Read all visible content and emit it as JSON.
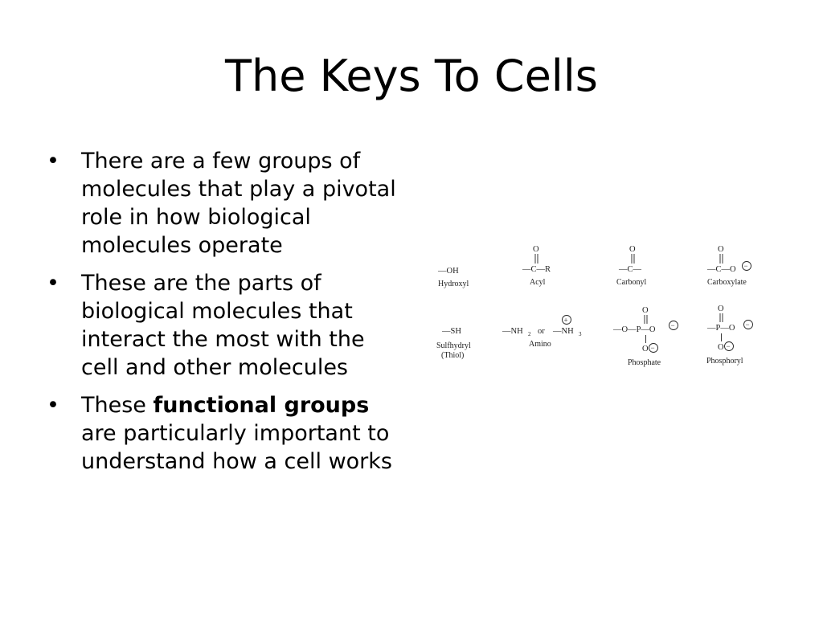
{
  "slide": {
    "title": "The Keys To Cells",
    "bullet_symbol": "•",
    "bullets": [
      {
        "text": "There are a few groups of molecules that play a pivotal role in how biological molecules operate"
      },
      {
        "text": "These are the parts of biological molecules that interact the most with the cell and other molecules"
      },
      {
        "pre": "These ",
        "bold": "functional groups",
        "post": " are particularly important to understand how a cell works"
      }
    ]
  },
  "figure": {
    "row1": {
      "hydroxyl": {
        "formula": "—OH",
        "label": "Hydroxyl"
      },
      "acyl": {
        "o": "O",
        "formula": "—C—R",
        "label": "Acyl"
      },
      "carbonyl": {
        "o": "O",
        "formula": "—C—",
        "label": "Carbonyl"
      },
      "carboxylate": {
        "o": "O",
        "formula": "—C—O",
        "label": "Carboxylate"
      }
    },
    "row2": {
      "sulfhydryl": {
        "formula": "—SH",
        "label": "Sulfhydryl",
        "label2": "(Thiol)"
      },
      "amino": {
        "formula_a": "—NH",
        "sub_a": "2",
        "or": "or",
        "formula_b": "—NH",
        "sub_b": "3",
        "label": "Amino"
      },
      "phosphate": {
        "o": "O",
        "formula": "—O—P—O",
        "o_bottom": "O",
        "label": "Phosphate"
      },
      "phosphoryl": {
        "o": "O",
        "formula": "—P—O",
        "o_bottom": "O",
        "label": "Phosphoryl"
      }
    },
    "charges": {
      "plus": "+",
      "minus": "−"
    }
  }
}
